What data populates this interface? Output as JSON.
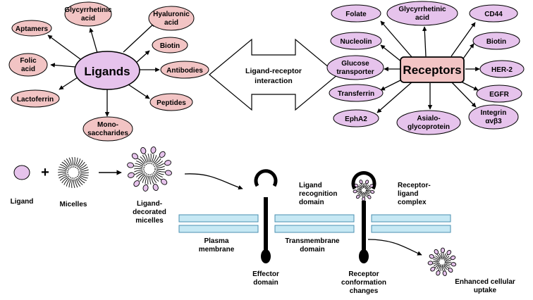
{
  "ligands": {
    "center": "Ligands",
    "items": [
      {
        "lines": [
          "Glycyrrhetinic",
          "acid"
        ]
      },
      {
        "lines": [
          "Hyaluronic",
          "acid"
        ]
      },
      {
        "lines": [
          "Aptamers"
        ]
      },
      {
        "lines": [
          "Biotin"
        ]
      },
      {
        "lines": [
          "Folic",
          "acid"
        ]
      },
      {
        "lines": [
          "Antibodies"
        ]
      },
      {
        "lines": [
          "Lactoferrin"
        ]
      },
      {
        "lines": [
          "Peptides"
        ]
      },
      {
        "lines": [
          "Mono-",
          "saccharides"
        ]
      }
    ]
  },
  "interaction": {
    "lines": [
      "Ligand-receptor",
      "interaction"
    ]
  },
  "receptors": {
    "center": "Receptors",
    "items": [
      {
        "lines": [
          "Folate"
        ]
      },
      {
        "lines": [
          "Glycyrrhetinic",
          "acid"
        ]
      },
      {
        "lines": [
          "CD44"
        ]
      },
      {
        "lines": [
          "Nucleolin"
        ]
      },
      {
        "lines": [
          "Biotin"
        ]
      },
      {
        "lines": [
          "Glucose",
          "transporter"
        ]
      },
      {
        "lines": [
          "HER-2"
        ]
      },
      {
        "lines": [
          "Transferrin"
        ]
      },
      {
        "lines": [
          "EGFR"
        ]
      },
      {
        "lines": [
          "EphA2"
        ]
      },
      {
        "lines": [
          "Asialo-",
          "glycoprotein"
        ]
      },
      {
        "lines": [
          "Integrin",
          "αvβ3"
        ]
      }
    ]
  },
  "process": {
    "ligand": "Ligand",
    "plus": "+",
    "micelles": "Micelles",
    "decorated": [
      "Ligand-",
      "decorated",
      "micelles"
    ],
    "recognition": [
      "Ligand",
      "recognition",
      "domain"
    ],
    "complex": [
      "Receptor-",
      "ligand",
      "complex"
    ],
    "plasma": [
      "Plasma",
      "membrane"
    ],
    "transmembrane": [
      "Transmembrane",
      "domain"
    ],
    "effector": [
      "Effector",
      "domain"
    ],
    "conformation": [
      "Receptor",
      "conformation",
      "changes"
    ],
    "uptake": [
      "Enhanced cellular",
      "uptake"
    ]
  },
  "colors": {
    "ligand_fill": "#f2c4c4",
    "receptor_fill": "#e6c3ec",
    "membrane_fill": "#c6e8f4",
    "membrane_stroke": "#4a8fb0"
  }
}
